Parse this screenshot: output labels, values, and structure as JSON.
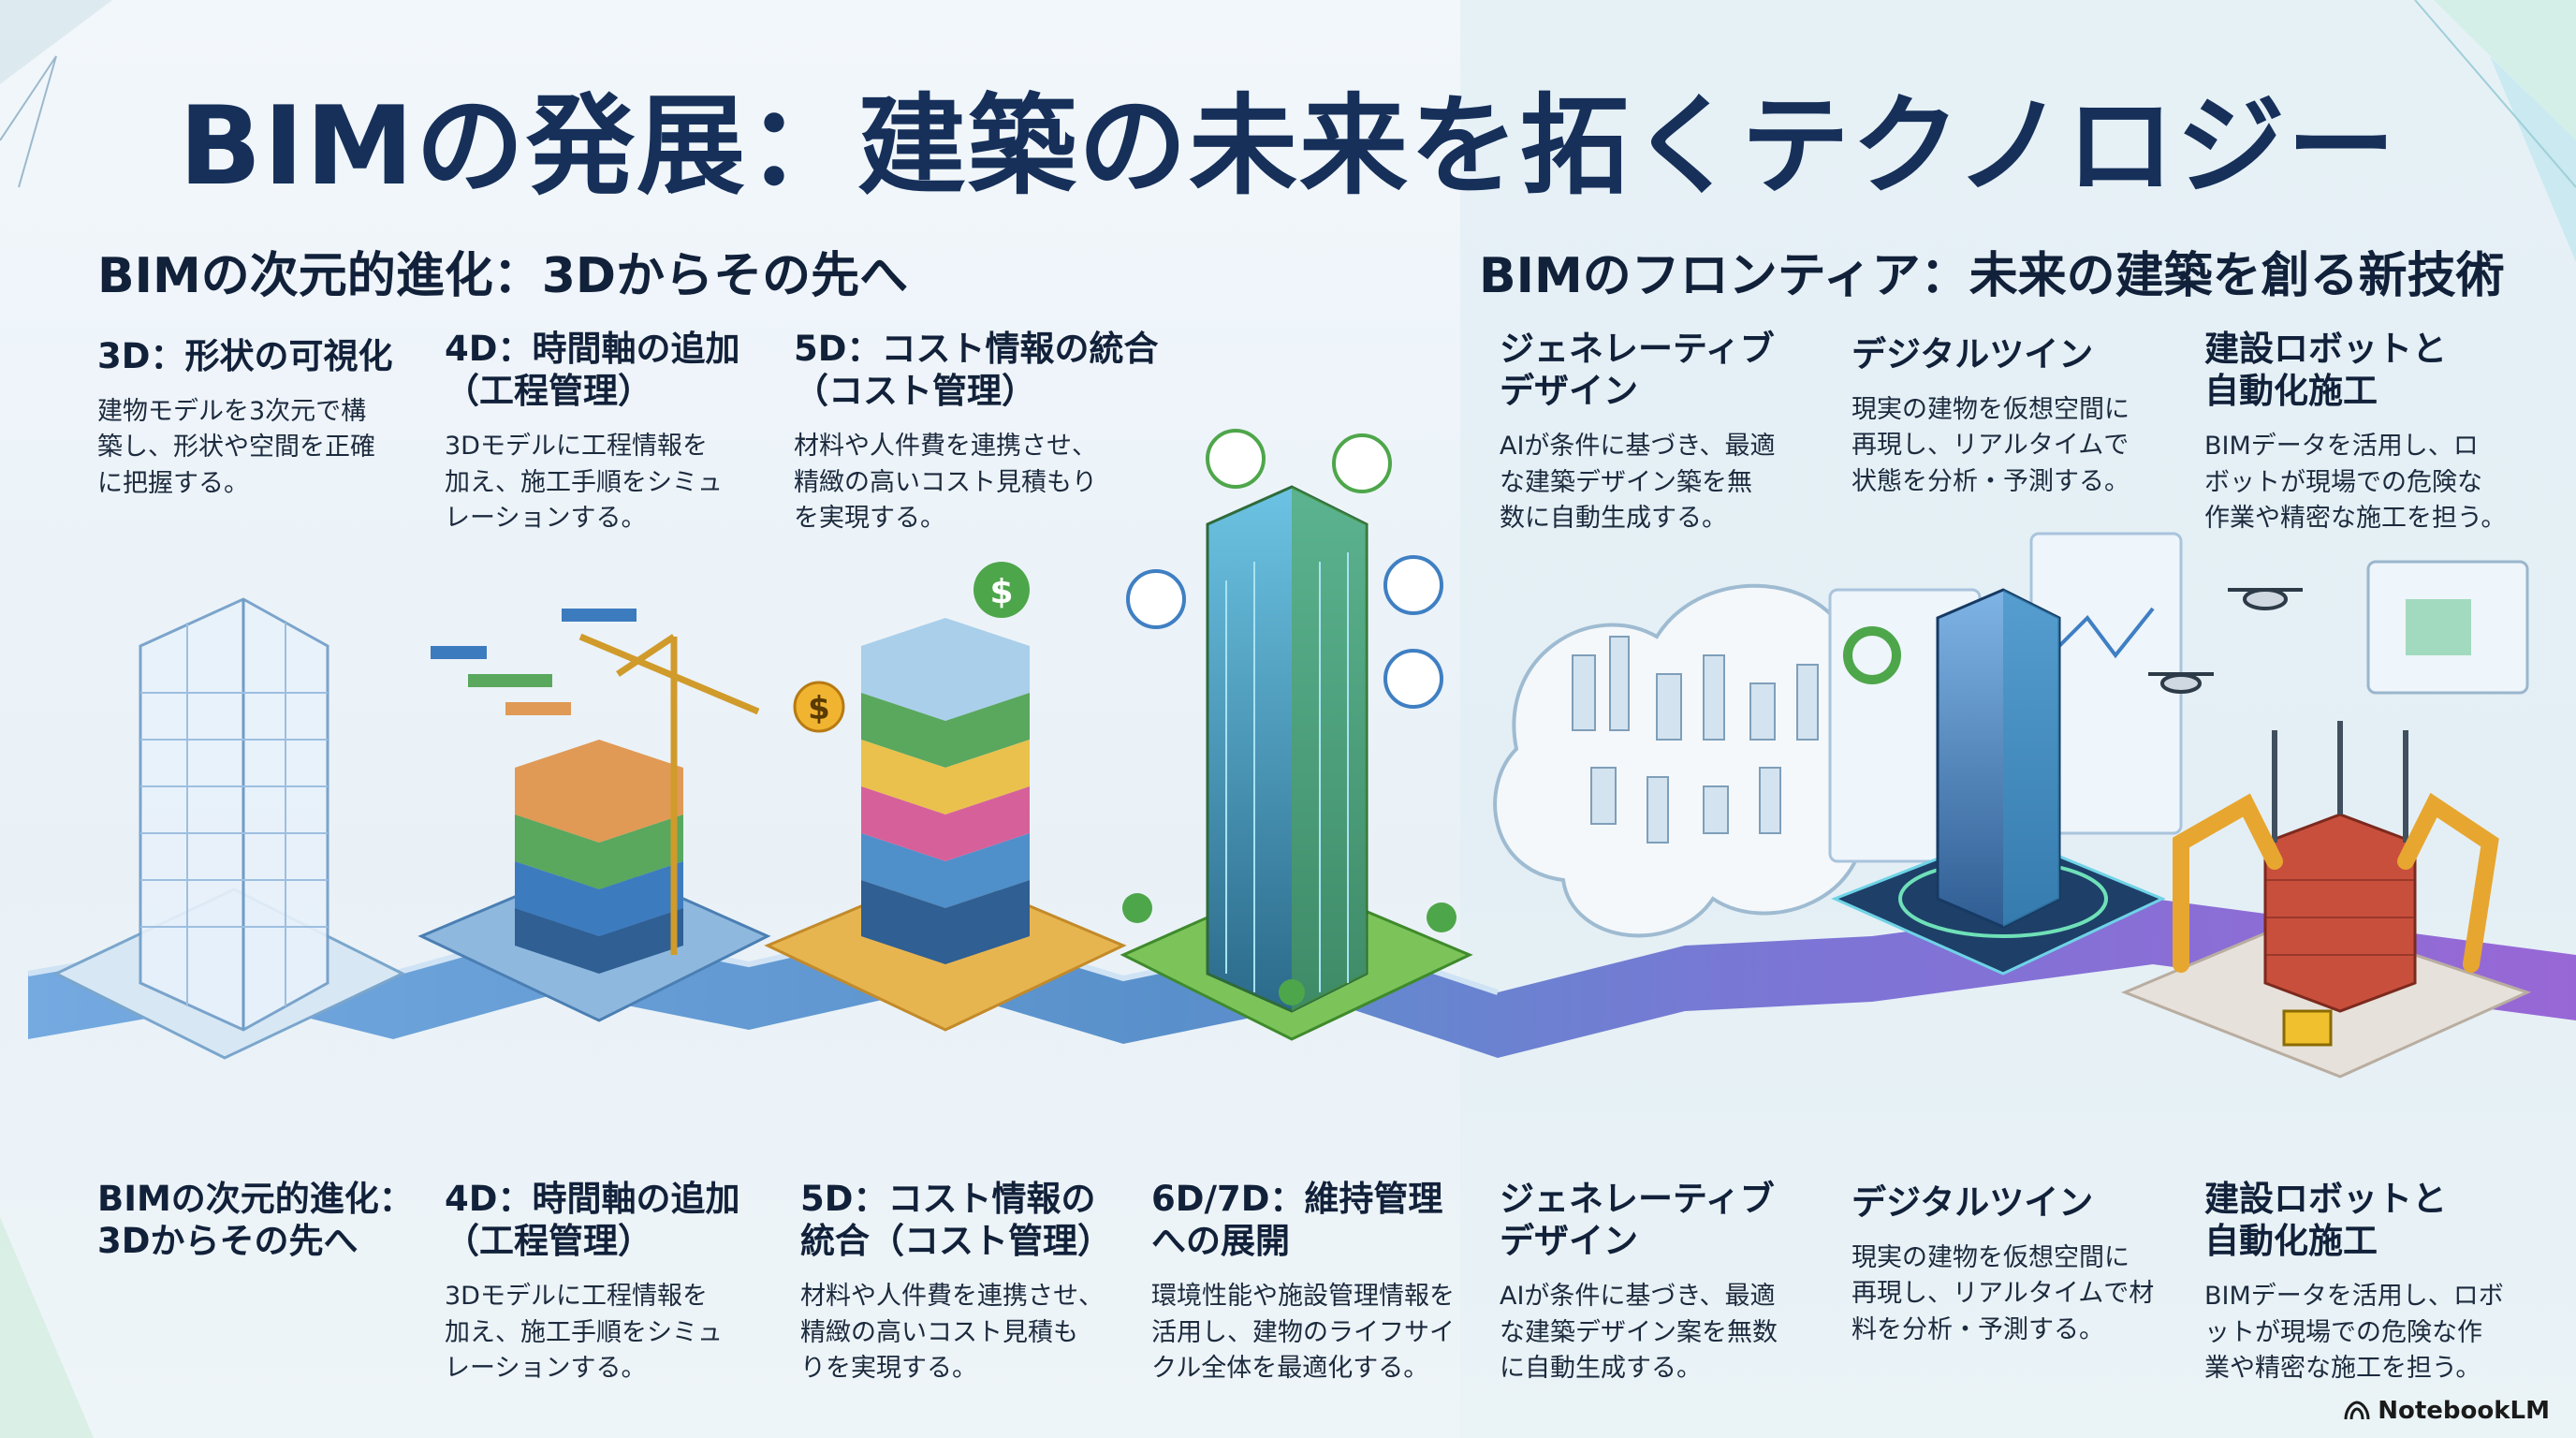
{
  "title": "BIMの発展：建築の未来を拓くテクノロジー",
  "sections": {
    "left_title": "BIMの次元的進化：3Dからその先へ",
    "right_title": "BIMのフロンティア：未来の建築を創る新技術"
  },
  "top_cards": [
    {
      "heading": "3D：形状の可視化",
      "desc": "建物モデルを3次元で構\n築し、形状や空間を正確\nに把握する。"
    },
    {
      "heading": "4D：時間軸の追加\n（工程管理）",
      "desc": "3Dモデルに工程情報を\n加え、施工手順をシミュ\nレーションする。"
    },
    {
      "heading": "5D：コスト情報の統合\n（コスト管理）",
      "desc": "材料や人件費を連携させ、\n精緻の高いコスト見積もり\nを実現する。"
    },
    {
      "heading": "ジェネレーティブ\nデザイン",
      "desc": "AIが条件に基づき、最適\nな建築デザイン築を無\n数に自動生成する。"
    },
    {
      "heading": "デジタルツイン",
      "desc": "現実の建物を仮想空間に\n再現し、リアルタイムで\n状態を分析・予測する。"
    },
    {
      "heading": "建設ロボットと\n自動化施工",
      "desc": "BIMデータを活用し、ロ\nボットが現場での危険な\n作業や精密な施工を担う。"
    }
  ],
  "bottom_cards": [
    {
      "heading": "BIMの次元的進化：\n3Dからその先へ",
      "desc": ""
    },
    {
      "heading": "4D：時間軸の追加\n（工程管理）",
      "desc": "3Dモデルに工程情報を\n加え、施工手順をシミュ\nレーションする。"
    },
    {
      "heading": "5D：コスト情報の\n統合（コスト管理）",
      "desc": "材料や人件費を連携させ、\n精緻の高いコスト見積も\nりを実現する。"
    },
    {
      "heading": "6D/7D：維持管理\nへの展開",
      "desc": "環境性能や施設管理情報を\n活用し、建物のライフサイ\nクル全体を最適化する。"
    },
    {
      "heading": "ジェネレーティブ\nデザイン",
      "desc": "AIが条件に基づき、最適\nな建築デザイン案を無数\nに自動生成する。"
    },
    {
      "heading": "デジタルツイン",
      "desc": "現実の建物を仮想空間に\n再現し、リアルタイムで材\n料を分析・予測する。"
    },
    {
      "heading": "建設ロボットと\n自動化施工",
      "desc": "BIMデータを活用し、ロボ\nットが現場での危険な作\n業や精密な施工を担う。"
    }
  ],
  "illustration_glyphs": {
    "dollar": "$"
  },
  "brand": "NotebookLM",
  "colors": {
    "title": "#16305a",
    "path_blue": "#3f7fc3",
    "path_purple": "#7a52c9",
    "green": "#4ea64a",
    "orange": "#e9a43a"
  }
}
